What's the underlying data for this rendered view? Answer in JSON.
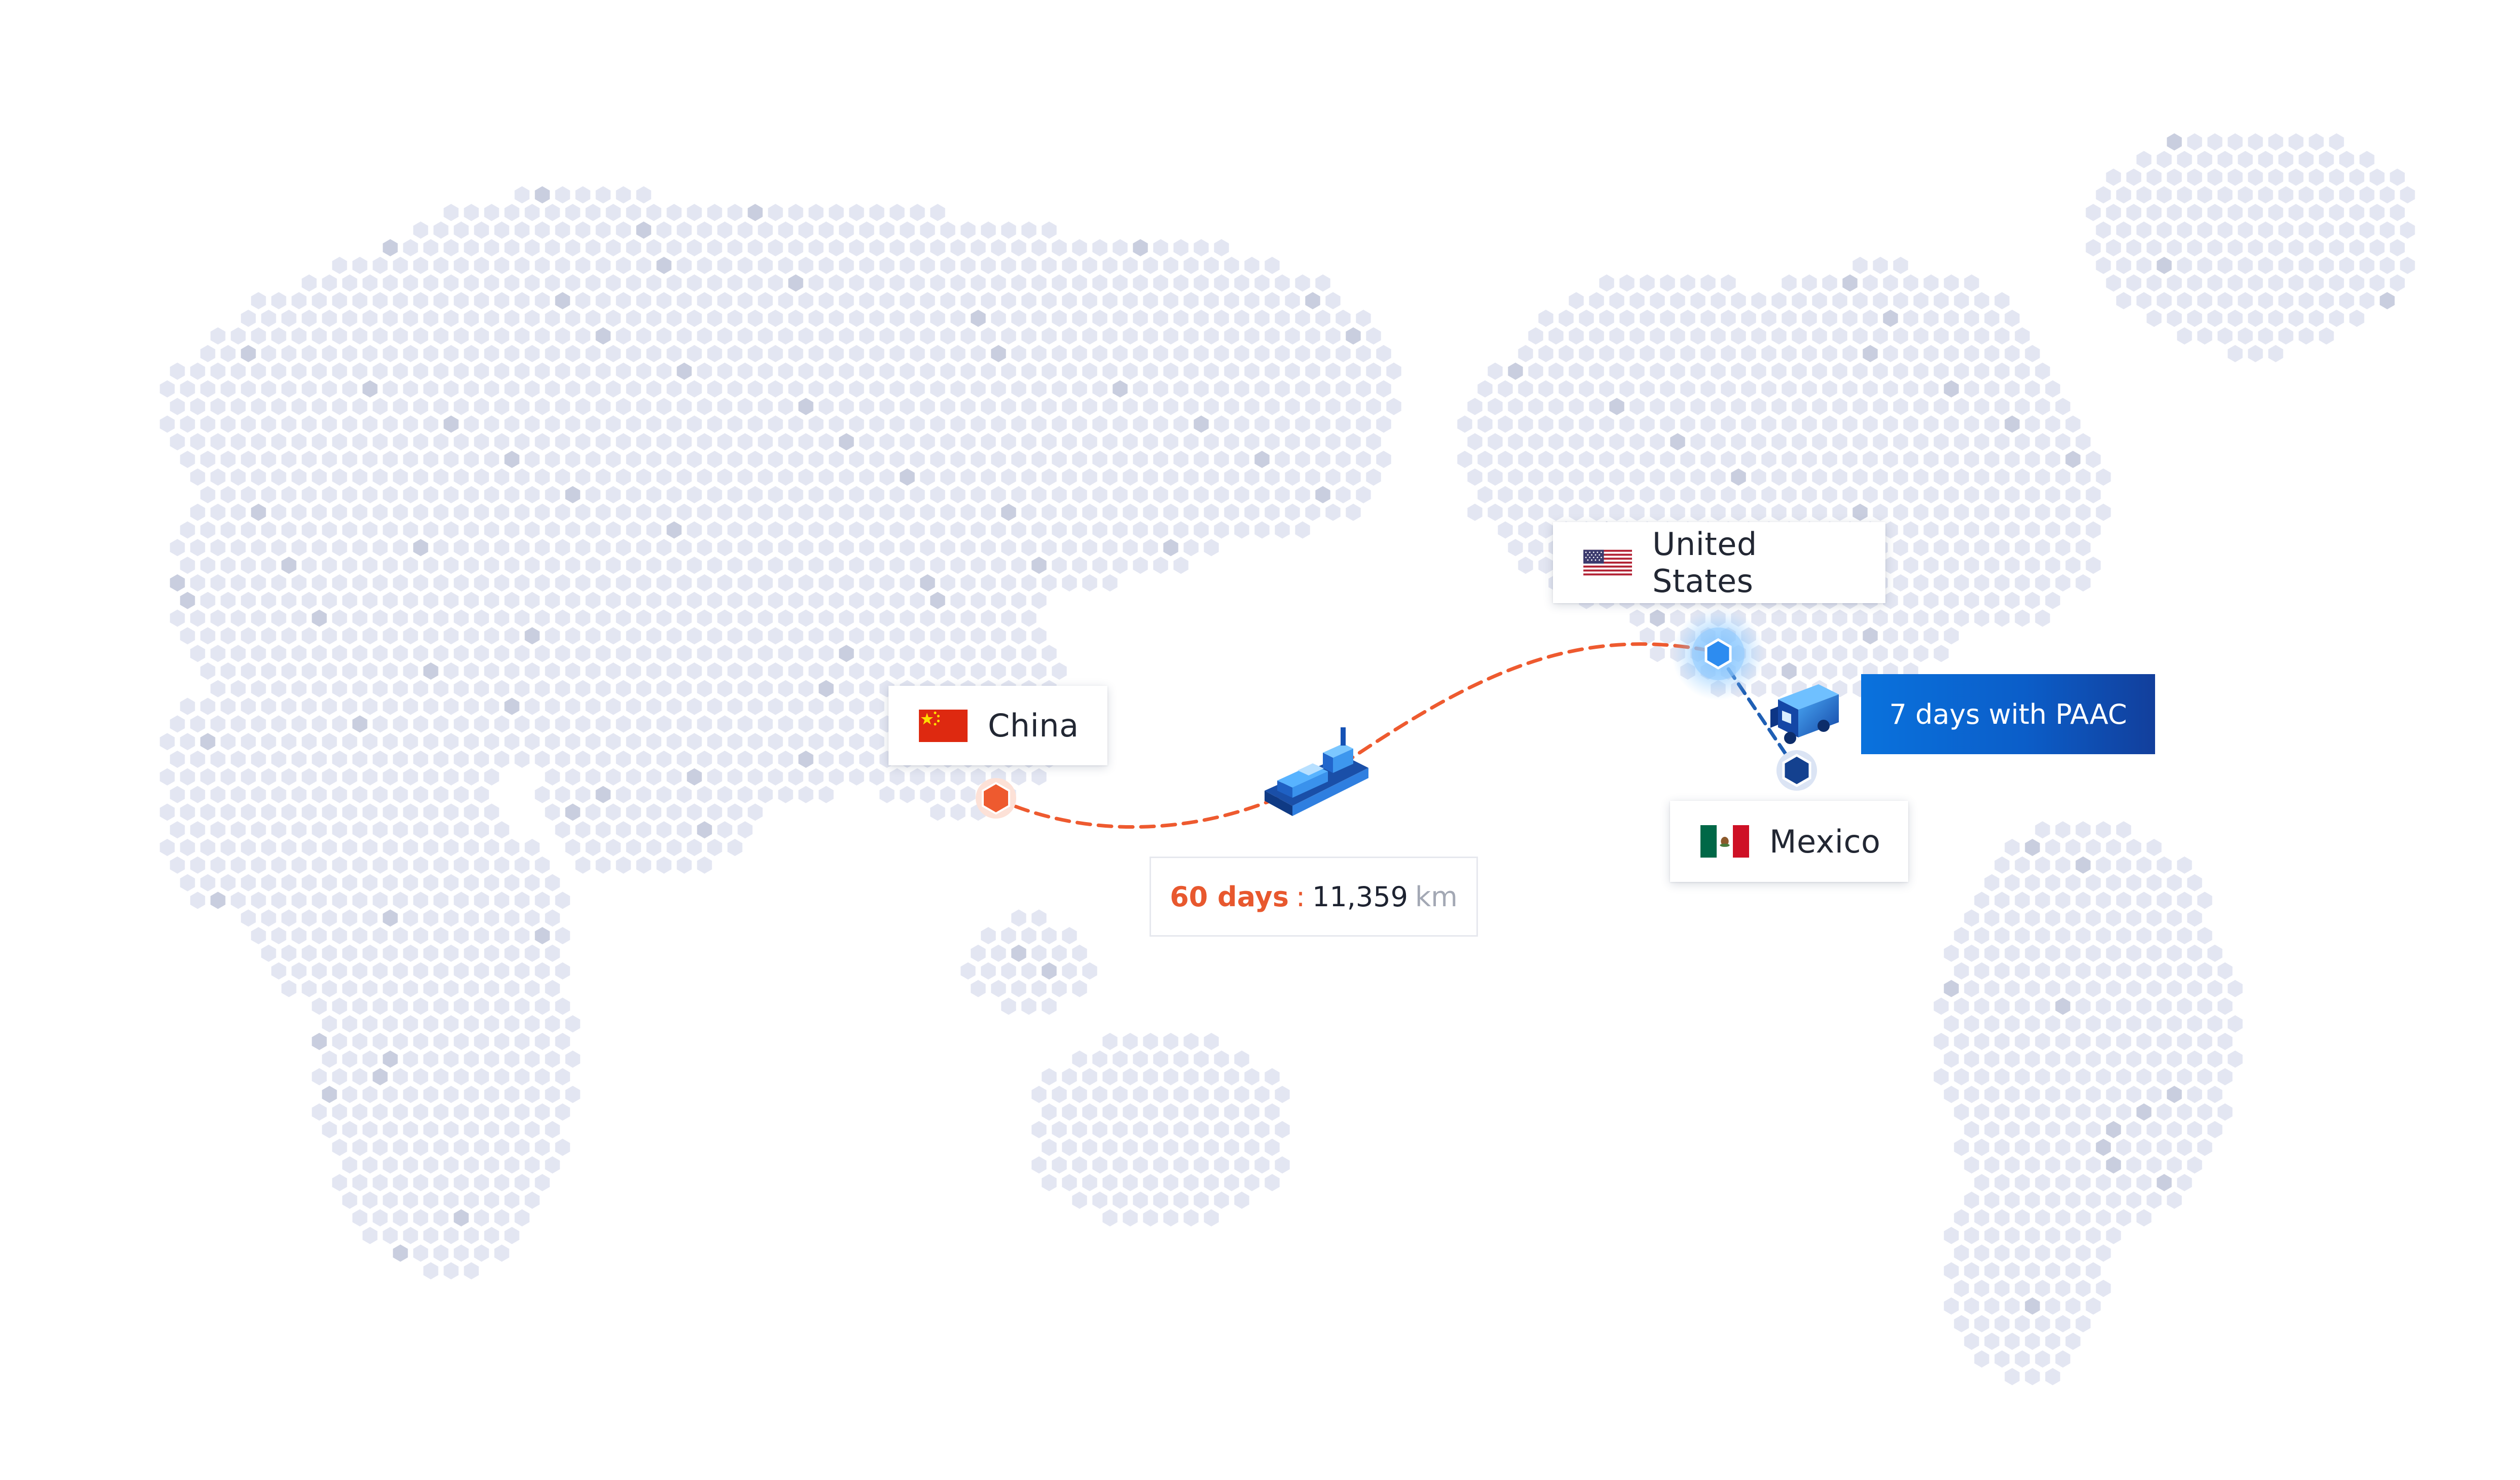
{
  "map": {
    "dot_color": "#e3e6f2",
    "dot_dark_color": "#c9cedf",
    "route_sea_color": "#ee5a2f",
    "route_land_color": "#1f5fb4"
  },
  "locations": {
    "china": {
      "label": "China",
      "flag": "china-flag-icon",
      "marker_color": "#ee5a2f"
    },
    "us": {
      "label": "United States",
      "flag": "us-flag-icon",
      "marker_color": "#2d8cf0"
    },
    "mexico": {
      "label": "Mexico",
      "flag": "mexico-flag-icon",
      "marker_color": "#14418f"
    }
  },
  "sea_route": {
    "days": "60 days",
    "separator": ":",
    "distance": "11,359",
    "unit": "km",
    "vehicle_icon": "cargo-ship-icon"
  },
  "land_route": {
    "badge": "7 days with PAAC",
    "vehicle_icon": "truck-icon",
    "badge_color": "#0b63d1"
  }
}
